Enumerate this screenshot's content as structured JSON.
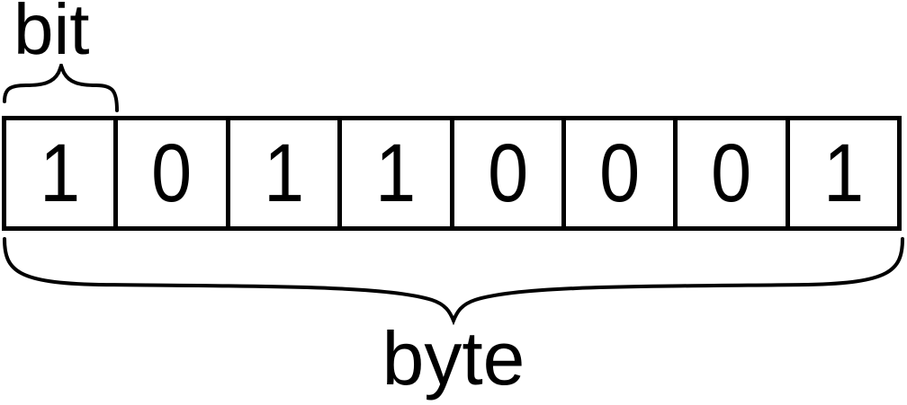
{
  "labels": {
    "bit": "bit",
    "byte": "byte"
  },
  "bits": [
    "1",
    "0",
    "1",
    "1",
    "0",
    "0",
    "0",
    "1"
  ],
  "colors": {
    "foreground": "#000000",
    "background": "#ffffff"
  },
  "icons": {
    "bit_brace": "curly-brace-up",
    "byte_brace": "curly-brace-down"
  }
}
